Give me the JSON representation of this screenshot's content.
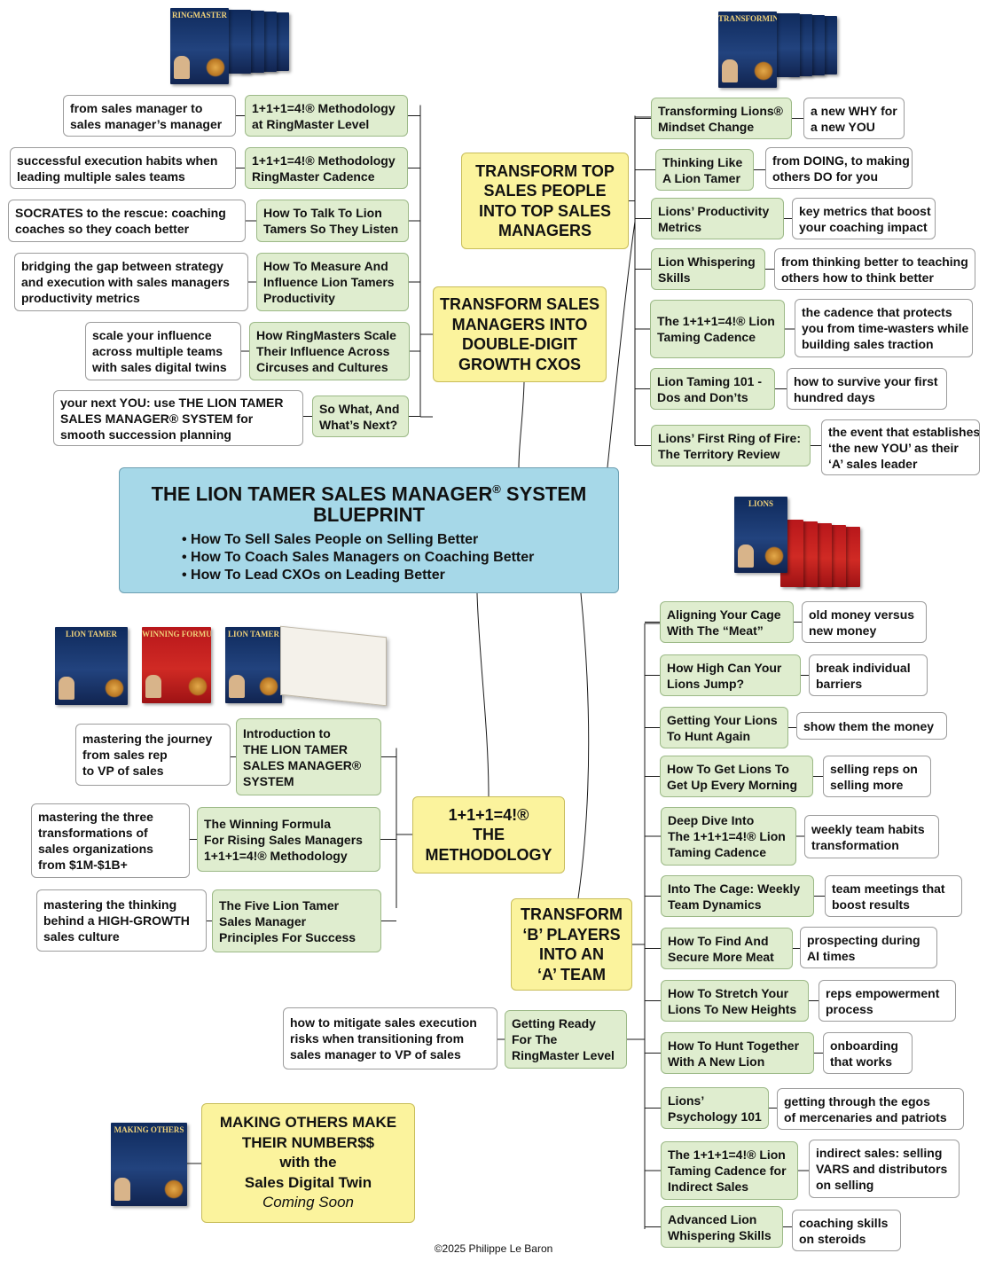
{
  "central": {
    "title_main": "THE LION TAMER SALES MANAGER",
    "title_mark": "®",
    "title_end": " SYSTEM",
    "title_line2": "BLUEPRINT",
    "bullets": [
      "How To Sell Sales People on Selling Better",
      "How To Coach Sales Managers on Coaching Better",
      "How To Lead CXOs on Leading Better"
    ]
  },
  "branch_top_left": {
    "heading": [
      "TRANSFORM SALES",
      "MANAGERS INTO",
      "DOUBLE-DIGIT",
      "GROWTH CXOS"
    ],
    "items": [
      {
        "label": [
          "1+1+1=4!® Methodology",
          "at RingMaster Level"
        ],
        "note": [
          "from sales manager to",
          "sales manager’s manager"
        ]
      },
      {
        "label": [
          "1+1+1=4!® Methodology",
          "RingMaster Cadence"
        ],
        "note": [
          "successful execution habits when",
          "leading multiple sales teams"
        ]
      },
      {
        "label": [
          "How To Talk To Lion",
          "Tamers So They Listen"
        ],
        "note": [
          "SOCRATES to the rescue: coaching",
          "coaches so they coach better"
        ]
      },
      {
        "label": [
          "How To Measure And",
          "Influence Lion Tamers",
          "Productivity"
        ],
        "note": [
          "bridging the gap between strategy",
          "and execution with sales managers",
          "productivity metrics"
        ]
      },
      {
        "label": [
          "How RingMasters Scale",
          "Their Influence Across",
          "Circuses and Cultures"
        ],
        "note": [
          "scale your influence",
          "across multiple teams",
          "with sales digital twins"
        ]
      },
      {
        "label": [
          "So What, And",
          "What’s Next?"
        ],
        "note": [
          "your next YOU: use THE LION TAMER",
          "SALES MANAGER® SYSTEM for",
          "smooth succession planning"
        ]
      }
    ]
  },
  "branch_top_right": {
    "heading": [
      "TRANSFORM TOP",
      "SALES PEOPLE",
      "INTO TOP SALES",
      "MANAGERS"
    ],
    "items": [
      {
        "label": [
          "Transforming Lions®",
          "Mindset Change"
        ],
        "note": [
          "a new WHY for",
          "a new YOU"
        ]
      },
      {
        "label": [
          "Thinking Like",
          "A Lion Tamer"
        ],
        "note": [
          "from DOING, to making",
          "others DO for you"
        ]
      },
      {
        "label": [
          "Lions’ Productivity",
          "Metrics"
        ],
        "note": [
          "key metrics that boost",
          "your coaching impact"
        ]
      },
      {
        "label": [
          "Lion Whispering",
          "Skills"
        ],
        "note": [
          "from thinking better to teaching",
          "others how to think better"
        ]
      },
      {
        "label": [
          "The 1+1+1=4!® Lion",
          "Taming Cadence"
        ],
        "note": [
          "the cadence that protects",
          "you from time-wasters while",
          "building sales traction"
        ]
      },
      {
        "label": [
          "Lion Taming 101 -",
          "Dos and Don’ts"
        ],
        "note": [
          "how to survive your first",
          "hundred days"
        ]
      },
      {
        "label": [
          "Lions’ First Ring of Fire:",
          "The Territory Review"
        ],
        "note": [
          "the event that establishes",
          "‘the new YOU’ as their",
          "‘A’ sales leader"
        ]
      }
    ]
  },
  "branch_methodology": {
    "heading": [
      "1+1+1=4!®",
      "THE",
      "METHODOLOGY"
    ],
    "items": [
      {
        "label": [
          "Introduction to",
          "THE LION TAMER",
          "SALES MANAGER®",
          "SYSTEM"
        ],
        "note": [
          "mastering the journey",
          "from sales rep",
          "to VP of sales"
        ]
      },
      {
        "label": [
          "The Winning Formula",
          "For Rising Sales Managers",
          "1+1+1=4!® Methodology"
        ],
        "note": [
          "mastering the three",
          "transformations of",
          "sales organizations",
          "from $1M-$1B+"
        ]
      },
      {
        "label": [
          "The Five Lion Tamer",
          "Sales Manager",
          "Principles For Success"
        ],
        "note": [
          "mastering the thinking",
          "behind a HIGH-GROWTH",
          "sales culture"
        ]
      }
    ]
  },
  "branch_b_players": {
    "heading": [
      "TRANSFORM",
      "‘B’ PLAYERS",
      "INTO AN",
      "‘A’ TEAM"
    ],
    "items": [
      {
        "label": [
          "Aligning Your Cage",
          "With The “Meat”"
        ],
        "note": [
          "old money versus",
          "new money"
        ]
      },
      {
        "label": [
          "How High Can Your",
          "Lions Jump?"
        ],
        "note": [
          "break individual",
          "barriers"
        ]
      },
      {
        "label": [
          "Getting Your Lions",
          "To Hunt Again"
        ],
        "note": [
          "show them the money"
        ]
      },
      {
        "label": [
          "How To Get Lions To",
          "Get Up Every Morning"
        ],
        "note": [
          "selling reps on",
          "selling more"
        ]
      },
      {
        "label": [
          "Deep Dive Into",
          "The 1+1+1=4!® Lion",
          "Taming Cadence"
        ],
        "note": [
          "weekly team habits",
          "transformation"
        ]
      },
      {
        "label": [
          "Into The Cage: Weekly",
          "Team Dynamics"
        ],
        "note": [
          "team meetings that",
          "boost results"
        ]
      },
      {
        "label": [
          "How To Find And",
          "Secure More Meat"
        ],
        "note": [
          "prospecting during",
          "AI times"
        ]
      },
      {
        "label": [
          "How To Stretch Your",
          "Lions To New Heights"
        ],
        "note": [
          "reps empowerment",
          "process"
        ]
      },
      {
        "label": [
          "How To Hunt Together",
          "With A New Lion"
        ],
        "note": [
          "onboarding",
          "that works"
        ]
      },
      {
        "label": [
          "Lions’",
          "Psychology 101"
        ],
        "note": [
          "getting through the egos",
          "of mercenaries and patriots"
        ]
      },
      {
        "label": [
          "The 1+1+1=4!® Lion",
          "Taming Cadence for",
          "Indirect Sales"
        ],
        "note": [
          "indirect sales: selling",
          "VARS and distributors",
          "on selling"
        ]
      },
      {
        "label": [
          "Advanced Lion",
          "Whispering Skills"
        ],
        "note": [
          "coaching skills",
          "on steroids"
        ]
      }
    ],
    "extra": {
      "label": [
        "Getting Ready",
        "For The",
        "RingMaster Level"
      ],
      "note": [
        "how to mitigate sales execution",
        "risks when transitioning from",
        "sales manager to VP of sales"
      ]
    }
  },
  "coming_soon": {
    "lines": [
      "MAKING OTHERS MAKE",
      "THEIR NUMBER$$",
      "with the",
      "Sales Digital Twin"
    ],
    "italic": "Coming Soon"
  },
  "books": {
    "ringmaster": "RINGMASTER",
    "lions": "TRANSFORMING LIONS",
    "lions2": "LIONS",
    "lion_tamer": "LION TAMER",
    "winning": "WINNING FORMULA",
    "making": "MAKING OTHERS"
  },
  "copyright": "©2025 Philippe Le Baron",
  "colors": {
    "central": "#a6d8e8",
    "heading": "#fbf39d",
    "topic": "#dfedcf",
    "note": "#ffffff",
    "connector": "#1a1a1a"
  }
}
